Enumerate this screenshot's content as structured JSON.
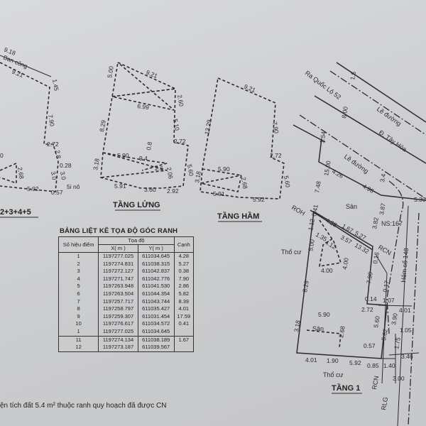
{
  "floor_plans": {
    "tang_2_5": {
      "title": "2+3+4+5",
      "labels": [
        "9.18",
        "Ban công",
        "9.21",
        "1.45",
        "7.90",
        "2.72",
        "2.8",
        "0.28",
        "3.0",
        "3.0",
        "5i nô",
        "5.92",
        "0.57",
        "2.68",
        "0"
      ]
    },
    "tang_lung": {
      "title": "TẦNG LỬNG",
      "labels": [
        "9.21",
        "5.00",
        "2.60",
        "6.99",
        "8.29",
        "5.10",
        "2.72",
        "5.90",
        "9.4",
        "0.8",
        "2.6",
        "2.06",
        "3.18",
        "5.60",
        "5.91",
        "3.60",
        "2.92"
      ]
    },
    "tang_ham": {
      "title": "TẦNG HẦM",
      "labels": [
        "9.21",
        "13.29",
        "7.90",
        "2.72",
        "5.90",
        "3.18",
        "2.68",
        "5.60",
        "5.91",
        "5.92"
      ]
    },
    "tang_1": {
      "title": "TẦNG 1",
      "labels": [
        "Ra Quốc Lộ 52",
        "1.5",
        "Lề đường",
        "8.00",
        "Đ. Tây Hòa",
        "1.54",
        "15.00",
        "Lề đường",
        "4.26",
        "4.96",
        "3.4",
        "7.48",
        "Sân",
        "3.87",
        "5.30",
        "ROH",
        "0.41",
        "1.12",
        "4.28",
        "1.67",
        "5.27",
        "NS:167",
        "1.35",
        "4.12",
        "3.57",
        "13.32",
        "RCN",
        "3.82",
        "Thổ cư",
        "5.00",
        "4.00",
        "4.00",
        "0.16",
        "8.29",
        "7.90",
        "0.17",
        "Hẻm số 148",
        "0.14",
        "1.07",
        "2.72",
        "4.01",
        "5.90",
        "3.18",
        "Sân",
        "2.68",
        "5.60",
        "5.82",
        "3.90",
        "1.05",
        "4.01",
        "1.90",
        "5.92",
        "0.57",
        "1.75",
        "0.85",
        "1.40",
        "3.46",
        "Thổ cư",
        "RCN",
        "RLG",
        "3.00"
      ]
    }
  },
  "coord_table": {
    "title": "BẢNG LIỆT KÊ TỌA ĐỘ GÓC RANH",
    "headers": {
      "point": "Số hiệu điểm",
      "coord": "Tọa độ",
      "x": "X( m )",
      "y": "Y( m )",
      "edge": "Cạnh"
    },
    "rows": [
      {
        "id": "1",
        "x": "1197277.025",
        "y": "611034.645",
        "edge": "4.28"
      },
      {
        "id": "2",
        "x": "1197274.831",
        "y": "611038.315",
        "edge": "5.27"
      },
      {
        "id": "3",
        "x": "1197272.127",
        "y": "611042.837",
        "edge": "0.38"
      },
      {
        "id": "4",
        "x": "1197271.747",
        "y": "611042.776",
        "edge": "7.90"
      },
      {
        "id": "5",
        "x": "1197263.948",
        "y": "611041.530",
        "edge": "2.86"
      },
      {
        "id": "6",
        "x": "1197263.504",
        "y": "611044.354",
        "edge": "5.82"
      },
      {
        "id": "7",
        "x": "1197257.717",
        "y": "611043.744",
        "edge": "8.39"
      },
      {
        "id": "8",
        "x": "1197258.797",
        "y": "611035.427",
        "edge": "4.01"
      },
      {
        "id": "9",
        "x": "1197259.307",
        "y": "611031.454",
        "edge": "17.59"
      },
      {
        "id": "10",
        "x": "1197276.617",
        "y": "611034.572",
        "edge": "0.41"
      },
      {
        "id": "1",
        "x": "1197277.025",
        "y": "611034.645",
        "edge": ""
      },
      {
        "id": "11",
        "x": "1197274.134",
        "y": "611038.189",
        "edge": "1.67"
      },
      {
        "id": "12",
        "x": "1197273.187",
        "y": "611039.567",
        "edge": ""
      }
    ]
  },
  "note": "ện tích đất 5.4 m² thuộc ranh quy hoạch đã được CN"
}
